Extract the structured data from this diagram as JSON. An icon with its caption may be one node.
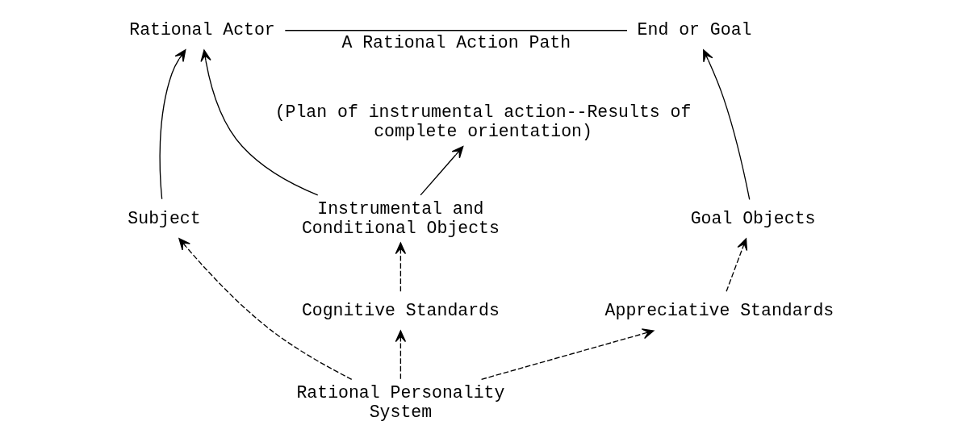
{
  "diagram": {
    "nodes": [
      {
        "text": [
          "Rational Actor"
        ]
      },
      {
        "text": [
          "End or Goal"
        ]
      },
      {
        "text": [
          "(Plan of instrumental action--Results of complete orientation)"
        ]
      },
      {
        "text": [
          "Subject"
        ]
      },
      {
        "text": [
          "Instrumental and Conditional Objects"
        ]
      },
      {
        "text": [
          "Goal Objects"
        ]
      },
      {
        "text": [
          "Cognitive Standards"
        ]
      },
      {
        "text": [
          "Appreciative Standards"
        ]
      },
      {
        "text": [
          "Rational Personality System"
        ]
      }
    ],
    "edges": [
      {
        "from": 0,
        "to": 1,
        "arrow": "none",
        "label": "A Rational Action Path"
      },
      {
        "from": 3,
        "to": 0,
        "arrow": "to"
      },
      {
        "from": 4,
        "to": 0,
        "arrow": "to"
      },
      {
        "from": 4,
        "to": 2,
        "arrow": "to"
      },
      {
        "from": 5,
        "to": 1,
        "arrow": "to"
      },
      {
        "from": 8,
        "to": 3,
        "arrow": "to",
        "style": "dashed"
      },
      {
        "from": 6,
        "to": 4,
        "arrow": "to",
        "style": "dashed"
      },
      {
        "from": 7,
        "to": 5,
        "arrow": "to",
        "style": "dashed"
      },
      {
        "from": 8,
        "to": 6,
        "arrow": "to",
        "style": "dashed"
      },
      {
        "from": 8,
        "to": 7,
        "arrow": "to",
        "style": "dashed"
      }
    ]
  }
}
